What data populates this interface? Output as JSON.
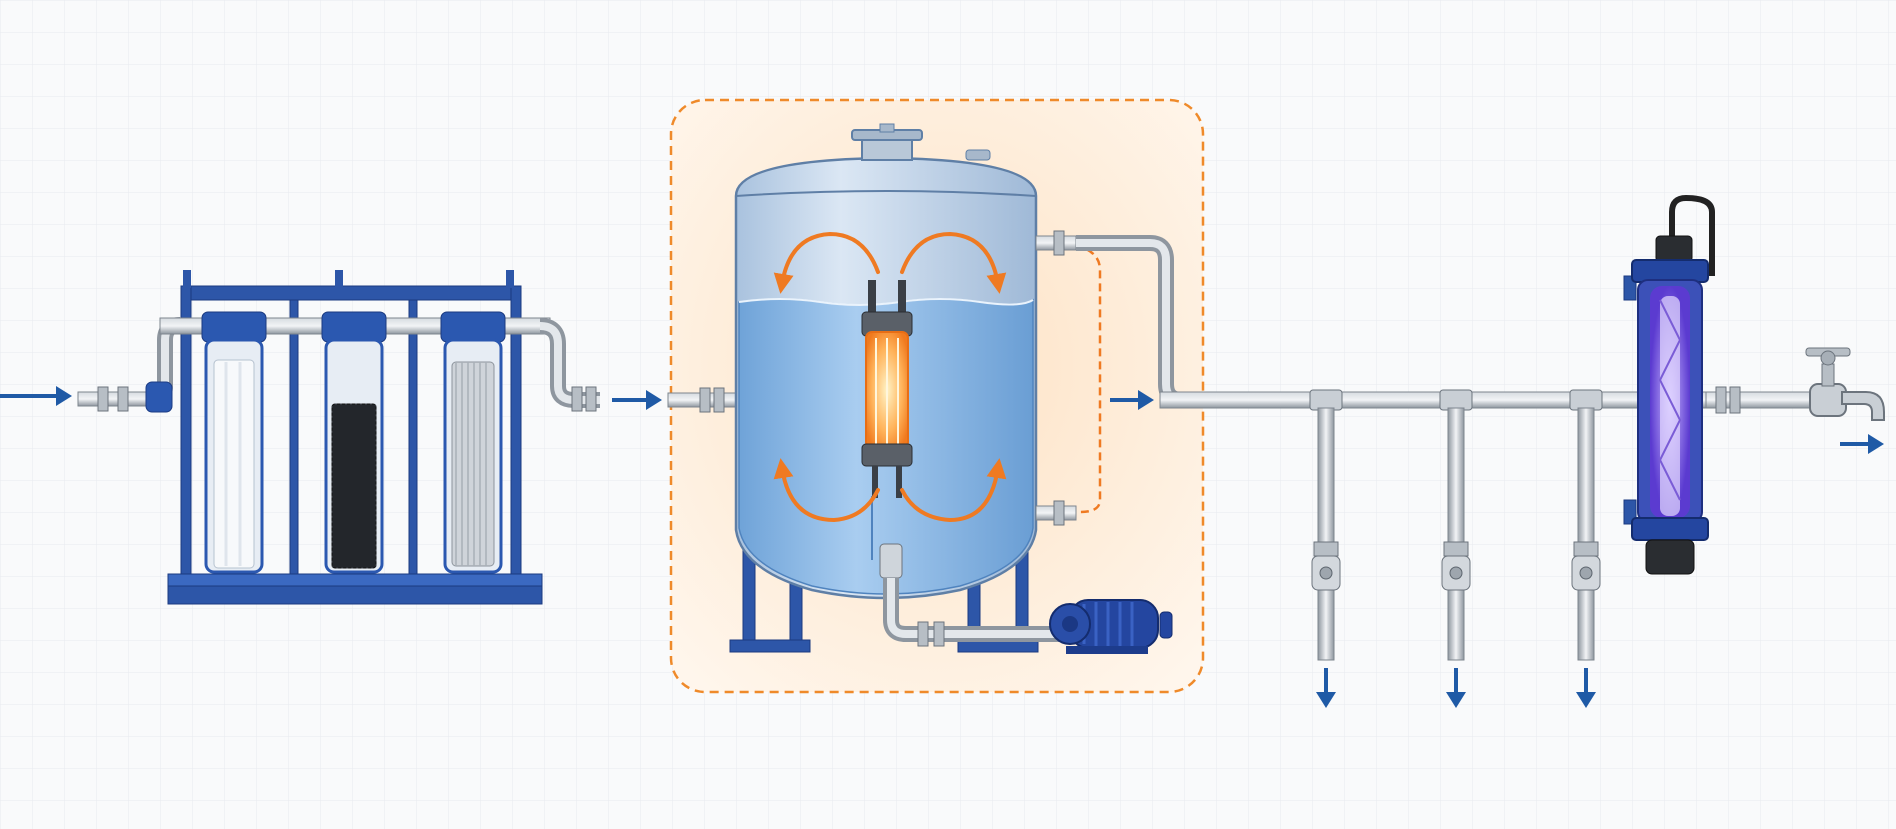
{
  "diagram": {
    "title": "",
    "labels": []
  },
  "components": {
    "prefilter": {
      "cartridges": [
        "sediment",
        "carbon-block",
        "pleated"
      ]
    },
    "treatment_tank": {
      "highlighted": true,
      "circulation_arrows": 4
    },
    "distribution": {
      "outlets": 3
    },
    "uv_sterilizer": {
      "lamp": "uv"
    },
    "faucet": {
      "outlet": true
    }
  },
  "colors": {
    "background": "#f9fafb",
    "grid": "#e6e9ee",
    "flow_arrow": "#1f5aa6",
    "frame_blue": "#24479a",
    "highlight_fill": "#fde6cc",
    "highlight_border": "#ef8a2a",
    "circulation": "#ef7a22",
    "pipe": "#a9b0b8",
    "tank_body": "#c9d9ec",
    "water": "#8fbbe6",
    "uv_glow": "#7b4fe0"
  }
}
